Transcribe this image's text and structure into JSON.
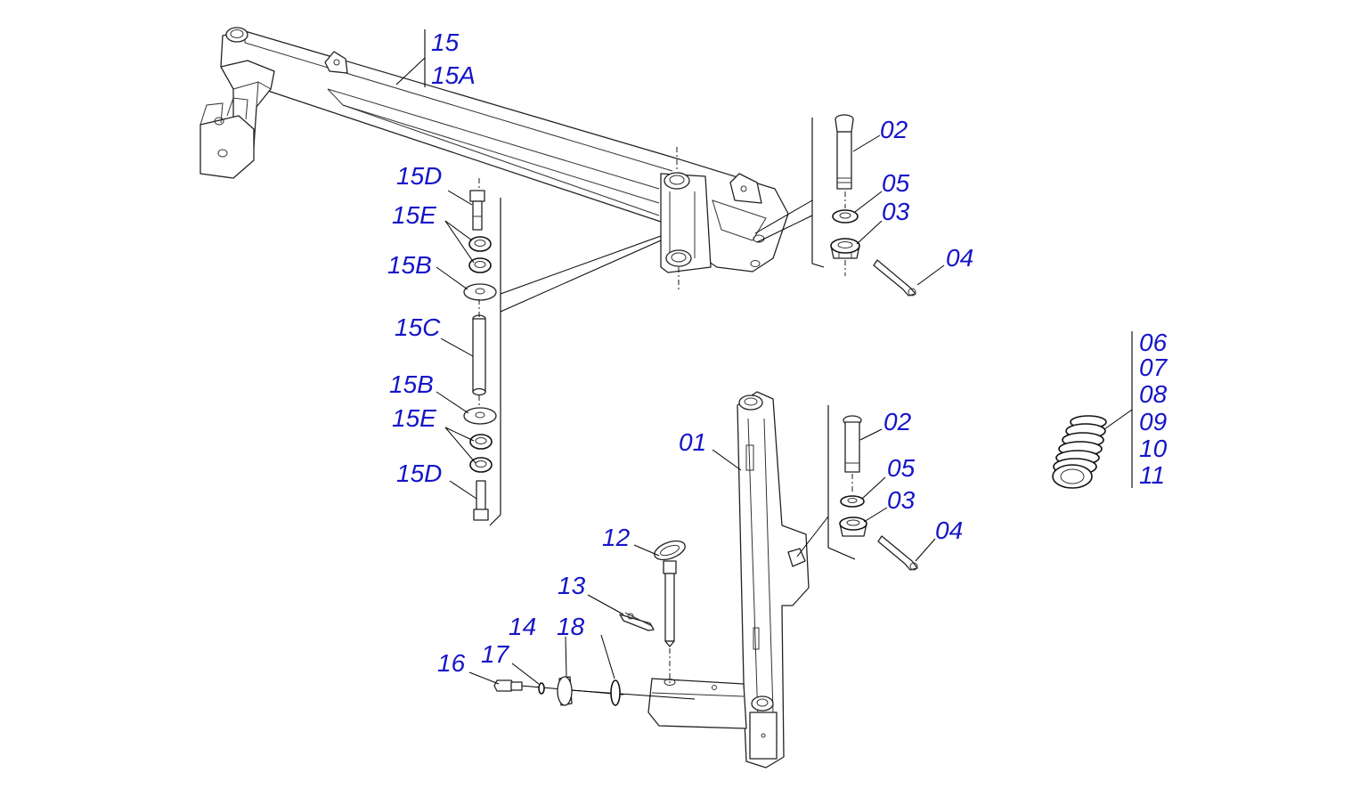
{
  "labels": {
    "p15": "15",
    "p15A": "15A",
    "p15D_top": "15D",
    "p15E_top": "15E",
    "p15B_top": "15B",
    "p15C": "15C",
    "p15B_bot": "15B",
    "p15E_bot": "15E",
    "p15D_bot": "15D",
    "p02_top": "02",
    "p05_top": "05",
    "p03_top": "03",
    "p04_top": "04",
    "p06": "06",
    "p07": "07",
    "p08": "08",
    "p09": "09",
    "p10": "10",
    "p11": "11",
    "p01": "01",
    "p02_bot": "02",
    "p05_bot": "05",
    "p03_bot": "03",
    "p04_bot": "04",
    "p12": "12",
    "p13": "13",
    "p14": "14",
    "p18": "18",
    "p16": "16",
    "p17": "17"
  },
  "colors": {
    "label": "#1515c8",
    "line": "#000000",
    "background": "#ffffff"
  }
}
